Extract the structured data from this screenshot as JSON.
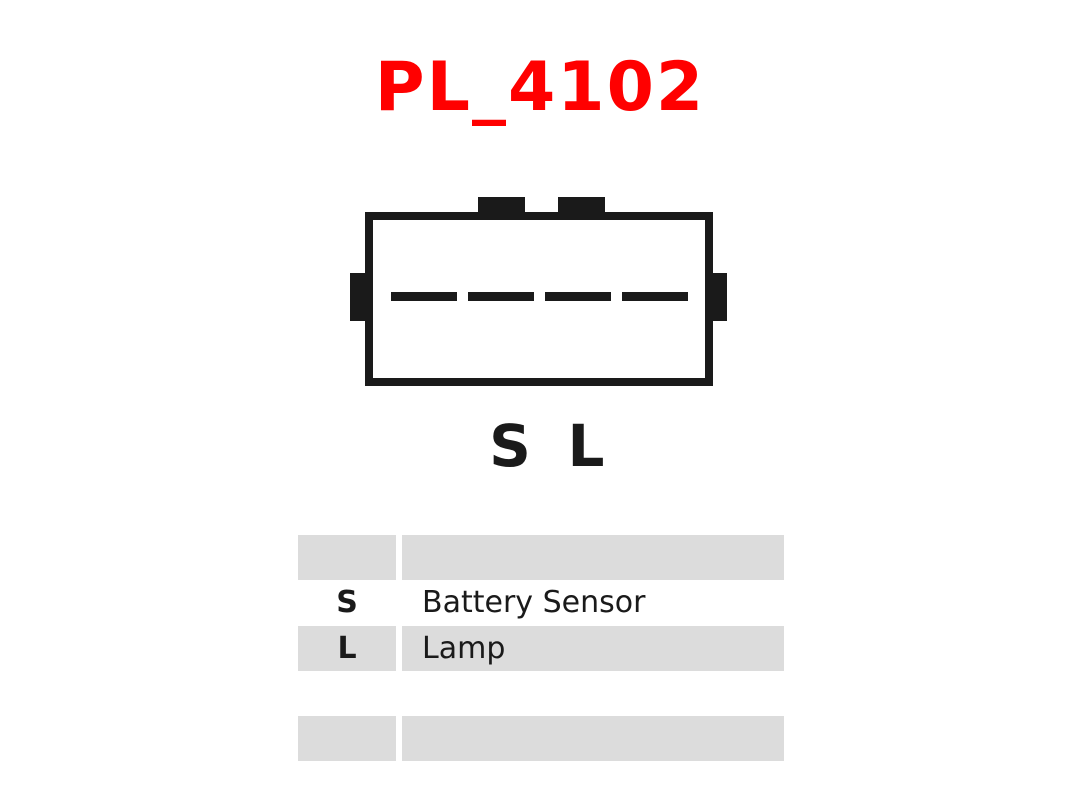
{
  "title": "PL_4102",
  "colors": {
    "title": "#ff0000",
    "outline": "#1a1a1a",
    "row_shade": "#dcdcdc"
  },
  "pins": [
    "S",
    "L"
  ],
  "table": {
    "rows": [
      {
        "code": "",
        "description": ""
      },
      {
        "code": "S",
        "description": "Battery Sensor"
      },
      {
        "code": "L",
        "description": "Lamp"
      },
      {
        "code": "",
        "description": ""
      },
      {
        "code": "",
        "description": ""
      }
    ]
  }
}
